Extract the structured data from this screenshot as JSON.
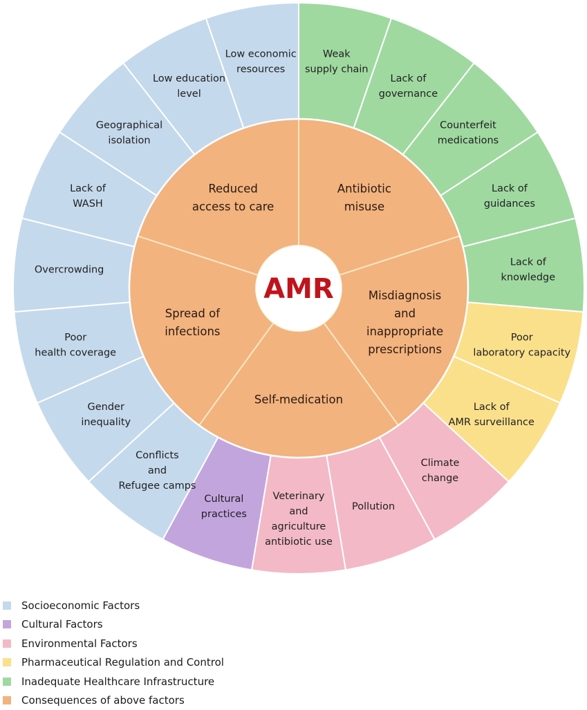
{
  "chart_data": {
    "type": "sunburst",
    "title": "",
    "center": {
      "label": "AMR",
      "color": "#c0141c"
    },
    "categories": {
      "socioeconomic": {
        "name": "Socioeconomic Factors",
        "color": "#c5d9ec"
      },
      "cultural": {
        "name": "Cultural Factors",
        "color": "#c3a5de"
      },
      "environmental": {
        "name": "Environmental Factors",
        "color": "#f3b9c7"
      },
      "pharmaceutical": {
        "name": "Pharmaceutical Regulation and Control",
        "color": "#fbe08c"
      },
      "healthcare": {
        "name": "Inadequate Healthcare Infrastructure",
        "color": "#9fd9a0"
      },
      "consequences": {
        "name": "Consequences of above factors",
        "color": "#f2b37e"
      }
    },
    "inner_ring": [
      {
        "label": [
          "Antibiotic",
          "misuse"
        ],
        "category": "consequences"
      },
      {
        "label": [
          "Misdiagnosis",
          "and",
          "inappropriate",
          "prescriptions"
        ],
        "category": "consequences"
      },
      {
        "label": [
          "Self-medication"
        ],
        "category": "consequences"
      },
      {
        "label": [
          "Spread of",
          "infections"
        ],
        "category": "consequences"
      },
      {
        "label": [
          "Reduced",
          "access to care"
        ],
        "category": "consequences"
      }
    ],
    "outer_ring": [
      {
        "label": [
          "Weak",
          "supply chain"
        ],
        "category": "healthcare"
      },
      {
        "label": [
          "Lack of",
          "governance"
        ],
        "category": "healthcare"
      },
      {
        "label": [
          "Counterfeit",
          "medications"
        ],
        "category": "healthcare"
      },
      {
        "label": [
          "Lack of",
          "guidances"
        ],
        "category": "healthcare"
      },
      {
        "label": [
          "Lack of",
          "knowledge"
        ],
        "category": "healthcare"
      },
      {
        "label": [
          "Poor",
          "laboratory capacity"
        ],
        "category": "pharmaceutical"
      },
      {
        "label": [
          "Lack of",
          "AMR surveillance"
        ],
        "category": "pharmaceutical"
      },
      {
        "label": [
          "Climate",
          "change"
        ],
        "category": "environmental"
      },
      {
        "label": [
          "Pollution"
        ],
        "category": "environmental"
      },
      {
        "label": [
          "Veterinary",
          "and",
          "agriculture",
          "antibiotic use"
        ],
        "category": "environmental"
      },
      {
        "label": [
          "Cultural",
          "practices"
        ],
        "category": "cultural"
      },
      {
        "label": [
          "Conflicts",
          "and",
          "Refugee camps"
        ],
        "category": "socioeconomic"
      },
      {
        "label": [
          "Gender",
          "inequality"
        ],
        "category": "socioeconomic"
      },
      {
        "label": [
          "Poor",
          "health coverage"
        ],
        "category": "socioeconomic"
      },
      {
        "label": [
          "Overcrowding"
        ],
        "category": "socioeconomic"
      },
      {
        "label": [
          "Lack of",
          "WASH"
        ],
        "category": "socioeconomic"
      },
      {
        "label": [
          "Geographical",
          "isolation"
        ],
        "category": "socioeconomic"
      },
      {
        "label": [
          "Low education",
          "level"
        ],
        "category": "socioeconomic"
      },
      {
        "label": [
          "Low economic",
          "resources"
        ],
        "category": "socioeconomic"
      }
    ],
    "legend": [
      {
        "label": "Socioeconomic Factors",
        "color": "#c5d9ec"
      },
      {
        "label": "Cultural Factors",
        "color": "#c3a5de"
      },
      {
        "label": "Environmental Factors",
        "color": "#f3b9c7"
      },
      {
        "label": "Pharmaceutical Regulation and Control",
        "color": "#fbe08c"
      },
      {
        "label": "Inadequate Healthcare Infrastructure",
        "color": "#9fd9a0"
      },
      {
        "label": "Consequences of above factors",
        "color": "#f2b37e"
      }
    ],
    "legend_position": "bottom-left"
  }
}
